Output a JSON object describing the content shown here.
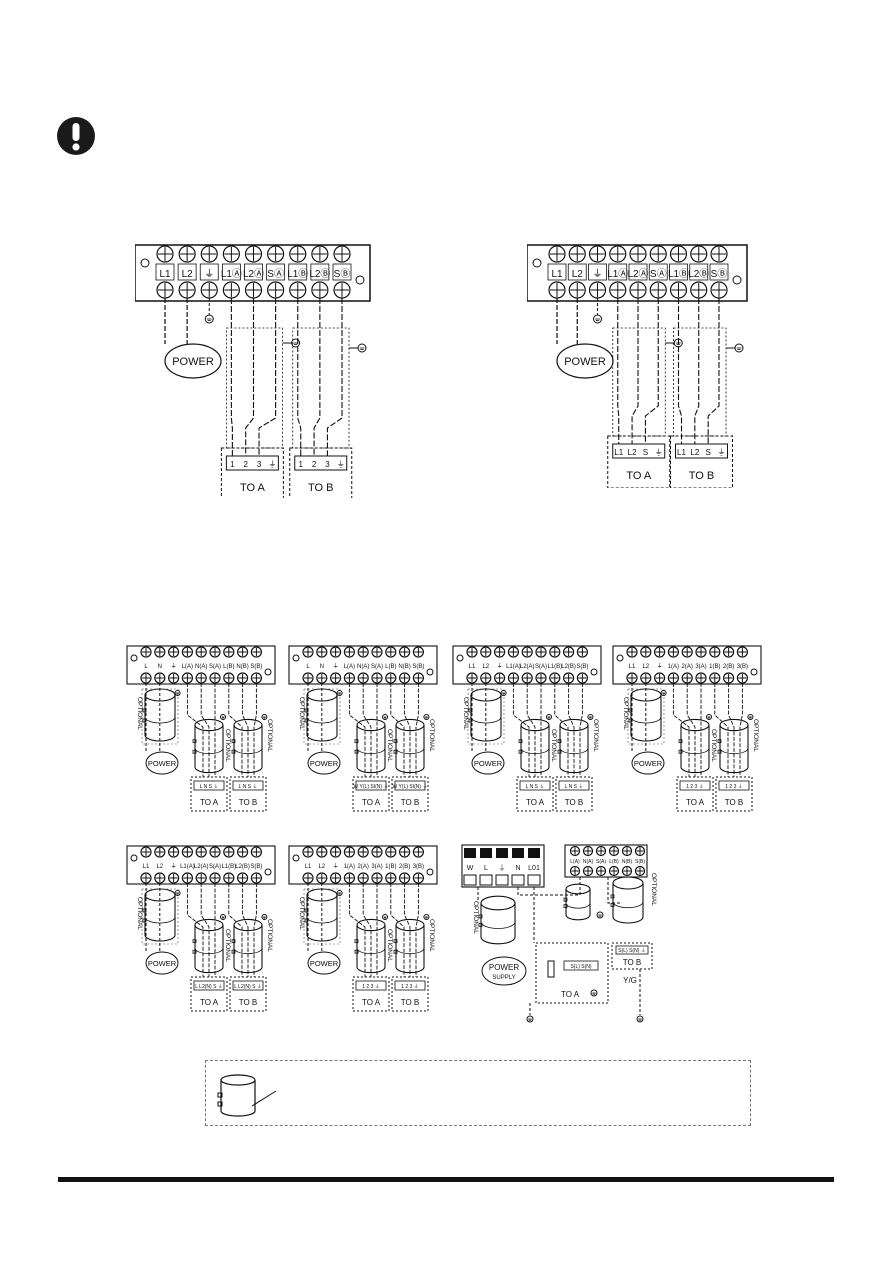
{
  "top_diagrams": {
    "left": {
      "terminal_labels": [
        "L1",
        "L2",
        "⏚",
        "L1Ⓐ",
        "L2Ⓐ",
        "SⒶ",
        "L1Ⓑ",
        "L2Ⓑ",
        "SⒷ"
      ],
      "power_label": "POWER",
      "unit_a": {
        "terminals": [
          "1",
          "2",
          "3",
          "⏚"
        ],
        "label": "TO A"
      },
      "unit_b": {
        "terminals": [
          "1",
          "2",
          "3",
          "⏚"
        ],
        "label": "TO B"
      }
    },
    "right": {
      "terminal_labels": [
        "L1",
        "L2",
        "⏚",
        "L1Ⓐ",
        "L2Ⓐ",
        "SⒶ",
        "L1Ⓑ",
        "L2Ⓑ",
        "SⒷ"
      ],
      "power_label": "POWER",
      "unit_a": {
        "terminals": [
          "L1",
          "L2",
          "S",
          "⏚"
        ],
        "label": "TO A"
      },
      "unit_b": {
        "terminals": [
          "L1",
          "L2",
          "S",
          "⏚"
        ],
        "label": "TO B"
      }
    }
  },
  "small_diagrams": [
    {
      "terminal_labels": [
        "L",
        "N",
        "⏚",
        "L(A)",
        "N(A)",
        "S(A)",
        "L(B)",
        "N(B)",
        "S(B)"
      ],
      "power_label": "POWER",
      "optional_label": "OPTIONAL",
      "unit_a": {
        "terminal_text": "L N S ⏚",
        "label": "TO A"
      },
      "unit_b": {
        "terminal_text": "L N S ⏚",
        "label": "TO B"
      }
    },
    {
      "terminal_labels": [
        "L",
        "N",
        "⏚",
        "L(A)",
        "N(A)",
        "S(A)",
        "L(B)",
        "N(B)",
        "S(B)"
      ],
      "power_label": "POWER",
      "optional_label": "OPTIONAL",
      "unit_a": {
        "terminal_text": "W Y(L) SI(N) ⏚",
        "label": "TO A"
      },
      "unit_b": {
        "terminal_text": "W Y(L) SI(N) ⏚",
        "label": "TO B"
      }
    },
    {
      "terminal_labels": [
        "L1",
        "L2",
        "⏚",
        "L1(A)",
        "L2(A)",
        "S(A)",
        "L1(B)",
        "L2(B)",
        "S(B)"
      ],
      "power_label": "POWER",
      "optional_label": "OPTIONAL",
      "unit_a": {
        "terminal_text": "L N S ⏚",
        "label": "TO A"
      },
      "unit_b": {
        "terminal_text": "L N S ⏚",
        "label": "TO B"
      }
    },
    {
      "terminal_labels": [
        "L1",
        "L2",
        "⏚",
        "1(A)",
        "2(A)",
        "3(A)",
        "1(B)",
        "2(B)",
        "3(B)"
      ],
      "power_label": "POWER",
      "optional_label": "OPTIONAL",
      "unit_a": {
        "terminal_text": "1 2 3 ⏚",
        "label": "TO A"
      },
      "unit_b": {
        "terminal_text": "1 2 3 ⏚",
        "label": "TO B"
      }
    },
    {
      "terminal_labels": [
        "L1",
        "L2",
        "⏚",
        "L1(A)",
        "L2(A)",
        "S(A)",
        "L1(B)",
        "L2(B)",
        "S(B)"
      ],
      "power_label": "POWER",
      "optional_label": "OPTIONAL",
      "unit_a": {
        "terminal_text": "L L2(N) S ⏚",
        "label": "TO A"
      },
      "unit_b": {
        "terminal_text": "L L2(N) S ⏚",
        "label": "TO B"
      }
    },
    {
      "terminal_labels": [
        "L1",
        "L2",
        "⏚",
        "1(A)",
        "2(A)",
        "3(A)",
        "1(B)",
        "2(B)",
        "3(B)"
      ],
      "power_label": "POWER",
      "optional_label": "OPTIONAL",
      "unit_a": {
        "terminal_text": "1 2 3 ⏚",
        "label": "TO A"
      },
      "unit_b": {
        "terminal_text": "1 2 3 ⏚",
        "label": "TO B"
      }
    }
  ],
  "supply_diagram": {
    "supply_terminals": [
      "W",
      "L",
      "⏚",
      "N",
      "L01"
    ],
    "outdoor_terminals": [
      "L(A)",
      "N(A)",
      "S(A)",
      "L(B)",
      "N(B)",
      "S(B)"
    ],
    "power_label": "POWER",
    "power_sub": "SUPPLY",
    "optional_label": "OPTIONAL",
    "unit_a": {
      "terminal_text": "S(L) S(N)",
      "label": "TO A"
    },
    "unit_b": {
      "terminal_text": "S(L) S(N) ⏚",
      "label": "TO B"
    },
    "ground_label": "Y/G"
  },
  "icons": {
    "warning": "exclamation-circle-icon",
    "shield_legend": "cable-shield-icon"
  }
}
